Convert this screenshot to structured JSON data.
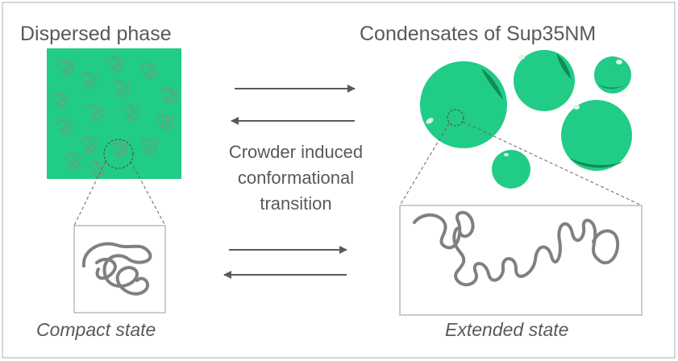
{
  "left": {
    "title": "Dispersed phase",
    "state_label": "Compact state"
  },
  "right": {
    "title": "Condensates of Sup35NM",
    "state_label": "Extended state"
  },
  "center": {
    "line1": "Crowder induced",
    "line2": "conformational",
    "line3": "transition"
  },
  "colors": {
    "phase_green": "#21cc86",
    "droplet_dark": "#128a55",
    "chain_gray": "#808080",
    "text_gray": "#595959",
    "frame_gray": "#c8c8c8",
    "arrow_gray": "#5a5a5a"
  }
}
